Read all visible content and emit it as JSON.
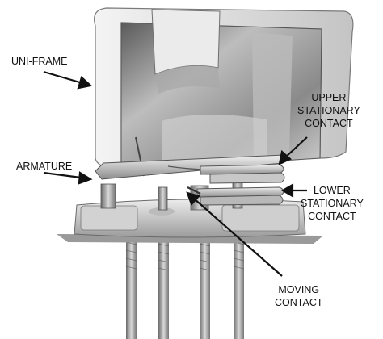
{
  "labels": {
    "uni_frame": "UNI-FRAME",
    "upper_stationary_contact": [
      "UPPER",
      "STATIONARY",
      "CONTACT"
    ],
    "armature": "ARMATURE",
    "lower_stationary_contact": [
      "LOWER",
      "STATIONARY",
      "CONTACT"
    ],
    "moving_contact": [
      "MOVING",
      "CONTACT"
    ]
  },
  "colors": {
    "ink": "#111111",
    "metal_light": "#e4e4e4",
    "metal_mid": "#bdbdbd",
    "metal_dark": "#6f6f6f"
  }
}
